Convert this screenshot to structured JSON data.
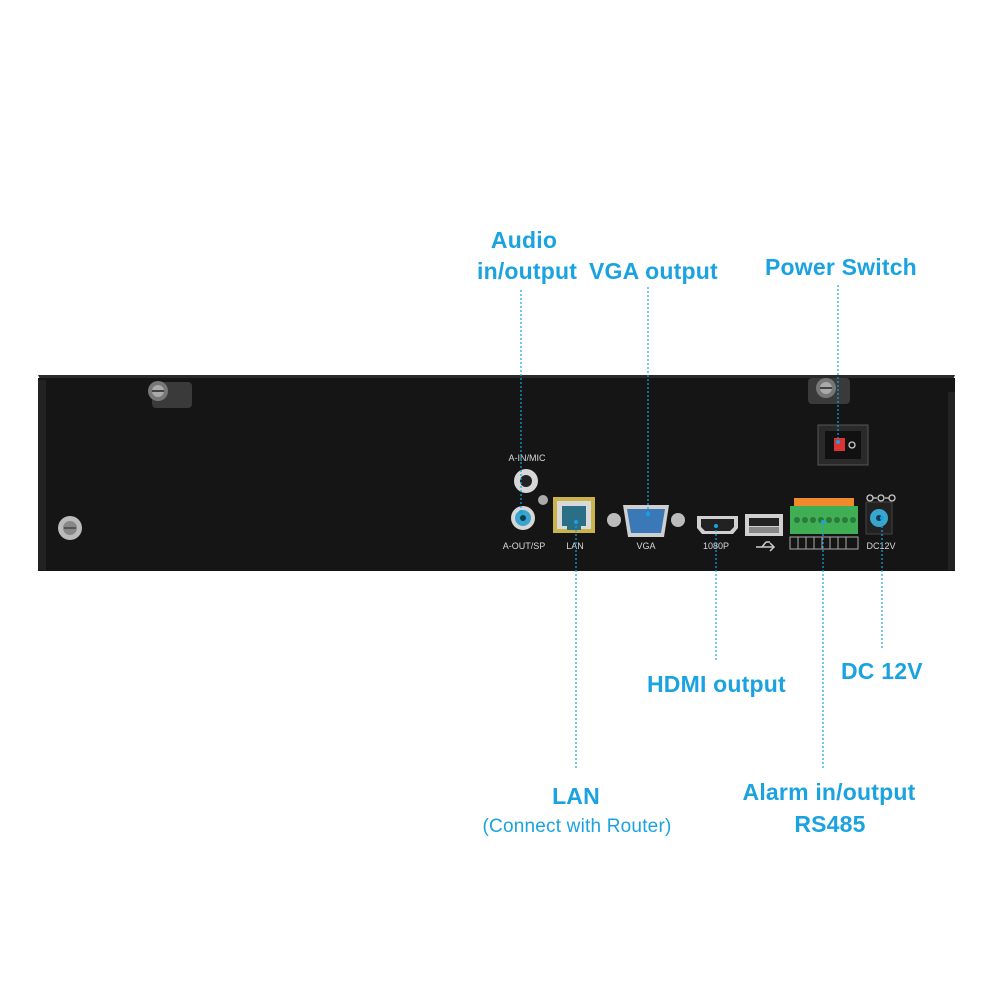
{
  "callouts": {
    "audio_line1": "Audio",
    "audio_line2": "in/output",
    "vga": "VGA output",
    "power": "Power Switch",
    "hdmi": "HDMI output",
    "dc": "DC 12V",
    "lan": "LAN",
    "lan_sub": "(Connect with Router)",
    "alarm_line1": "Alarm in/output",
    "alarm_line2": "RS485"
  },
  "port_labels": {
    "ain": "A-IN/MIC",
    "aout": "A-OUT/SP",
    "lan": "LAN",
    "vga": "VGA",
    "hdmi": "1080P",
    "dc": "DC12V"
  },
  "colors": {
    "callout": "#1aa3e0",
    "chassis": "#151515",
    "port_label": "#d8d8d8",
    "terminal_green": "#3fae55",
    "terminal_orange": "#f08a2a"
  }
}
